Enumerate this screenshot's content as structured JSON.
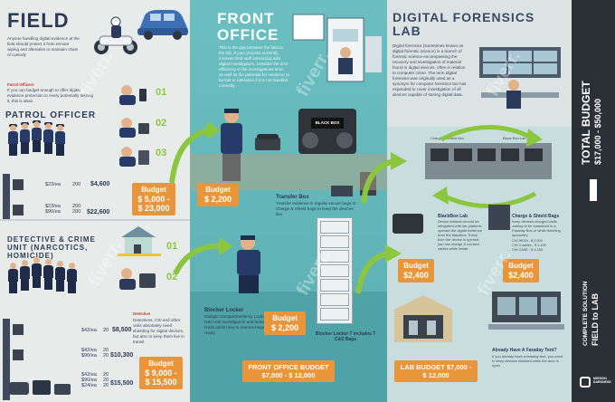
{
  "field": {
    "title": "FIELD",
    "intro": "Anyone handling digital evidence at the field should protect it from remote wiping and alteration to maintain chain of custody",
    "officers_note_title": "Patrol Officers",
    "officers_note": "If you can budget enough to offer digital evidence protection to every potentially seizing it, this is ideal.",
    "patrol_title": "PATROL OFFICER",
    "steps": [
      "01",
      "02",
      "03"
    ],
    "budget_label": "Budget",
    "budget_amount": "$ 5,000 - $ 23,000",
    "price_rows": [
      {
        "price": "$23/ea",
        "qty": "200",
        "total": "$4,600"
      },
      {
        "price": "$23/ea\n$90/ea",
        "qty": "200\n200",
        "total": "$22,600"
      }
    ],
    "detective_title": "DETECTIVE & CRIME UNIT (NARCOTICS, HOMICIDE)",
    "detective_steps": [
      "01",
      "02"
    ],
    "detective_note_title": "Detective",
    "detective_note": "Detectives, CSI and other units absolutely need shielding for digital devices, but also to keep them live in transit",
    "detective_rows": [
      {
        "price": "$42/ea",
        "qty": "20",
        "total": "$8,500"
      },
      {
        "price": "$42/ea\n$90/ea",
        "qty": "20\n20",
        "total": "$10,300"
      },
      {
        "price": "$42/ea\n$90/ea\n$24/ea",
        "qty": "20\n20\n20",
        "total": "$15,500"
      }
    ],
    "detective_budget_label": "Budget",
    "detective_budget_amount": "$ 9,000 - $ 15,500"
  },
  "front": {
    "title": "FRONT OFFICE",
    "intro": "This is the gap between the field to the lab. If your process currently involves field staff interacting with digital investigators, consider the time efficiency in the investigations time, as well as the potential for evidence to be lost or alteration if it is not handled correctly.",
    "budget1_label": "Budget",
    "budget1_amount": "$ 2,200",
    "black_box_label": "BLACK BOX",
    "transfer_title": "Transfer Box",
    "transfer_text": "Transfer evidence in regular secure bags to Charge & Shield bags to keep the devices live",
    "blocker_title": "Blocker Locker",
    "blocker_text": "Multiple Compartments by Locker Shield can hold until investigators and locked. Examiner holds admin key to remove bags when ready.",
    "budget2_label": "Budget",
    "budget2_amount": "$ 2,200",
    "locker_caption": "Blocker Locker 7 includes 7 C&S Bags",
    "office_budget": "FRONT OFFICE BUDGET $7,000 - $ 12,000"
  },
  "lab": {
    "title": "DIGITAL FORENSICS LAB",
    "intro": "Digital forensics (sometimes known as digital forensic science) is a branch of forensic science encompassing the recovery and investigation of material found in digital devices, often in relation to computer crime. The term digital forensics was originally used as a synonym for computer forensics but has expanded to cover investigation of all devices capable of storing digital data.",
    "bench_label_left": "Charge & Shield Box",
    "bench_label_right": "Black Box Lab",
    "blackbox_title": "BlackBox Lab",
    "blackbox_text": "Device stations should be integrated with lab platform; operate the digital evidence from the blackbox. Every time the device is opened you can charge & connect cables while inside.",
    "charge_title": "Charge & Shield Bags",
    "charge_text": "Keep devices charged while waiting to be examined in a Faraday Box or while traveling upcountry",
    "charge_prices": "CHI HEXA - $ 2,500\nCHI 3 cables - $ 1,100\nCHI CASE - $ 4,150",
    "budget1_label": "Budget",
    "budget1_amount": "$2,400",
    "budget2_label": "Budget",
    "budget2_amount": "$2,400",
    "lab_budget": "LAB BUDGET $7,000 - $ 12,000",
    "tent_title": "Already Have A Faraday Tent?",
    "tent_text": "If you already have a faraday tent, you need to keep devices shielded while the door is open"
  },
  "side": {
    "total_label": "TOTAL BUDGET",
    "total_amount": "$17,000 - $50,000",
    "solution_label": "COMPLETE SOLUTION",
    "solution_sub": "FIELD to LAB",
    "brand": "MISSION DARKNESS"
  },
  "watermark": "fiverr.",
  "colors": {
    "accent_orange": "#e8953c",
    "navy": "#2e3a55",
    "teal": "#5ab0b4",
    "green": "#8cc63f",
    "dark_side": "#2b2f36"
  }
}
